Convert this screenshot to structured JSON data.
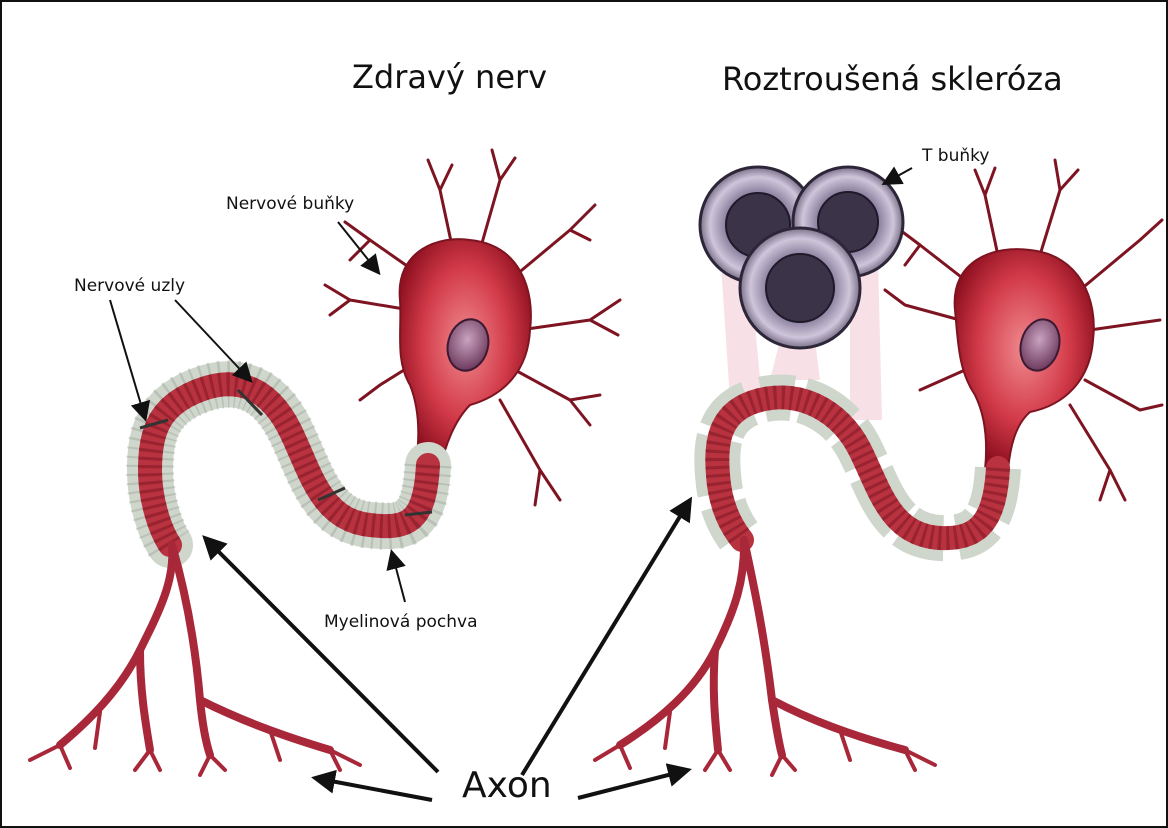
{
  "titles": {
    "healthy": "Zdravý nerv",
    "ms": "Roztroušená skleróza"
  },
  "labels": {
    "nerve_cells": "Nervové buňky",
    "nodes": "Nervové uzly",
    "myelin": "Myelinová pochva",
    "t_cells": "T buňky",
    "axon": "Axon"
  },
  "colors": {
    "neuron": "#b31d2e",
    "neuron_light": "#e0606a",
    "myelin": "#d8ddd6",
    "t_cell": "#8a7f99",
    "arrow": "#111111"
  },
  "icons": [
    "neuron-illustration",
    "myelin-sheath",
    "t-cell",
    "arrow"
  ]
}
